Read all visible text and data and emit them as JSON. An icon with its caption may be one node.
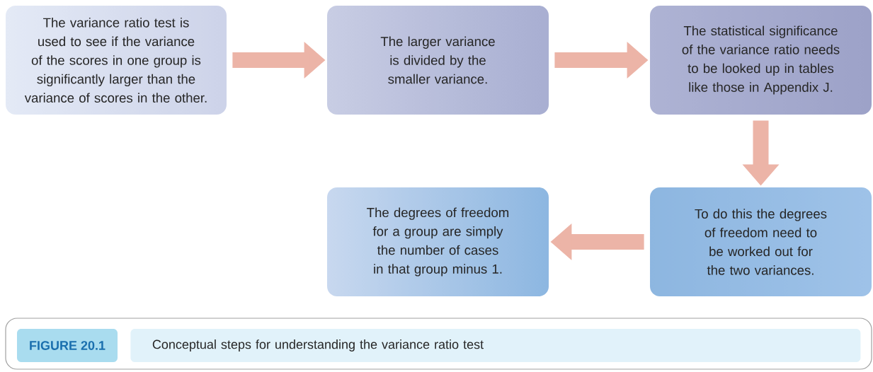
{
  "diagram": {
    "caption": "Conceptual steps for understanding the variance ratio test",
    "nodes": [
      {
        "text": [
          "The variance ratio test is used to see if the variance of the scores in one group is significantly larger than the variance of scores in the other."
        ]
      },
      {
        "text": [
          "The larger variance is divided by the smaller variance."
        ]
      },
      {
        "text": [
          "The statistical significance of the variance ratio needs to be looked up in tables like those in Appendix J."
        ]
      },
      {
        "text": [
          "To do this the degrees of freedom need to be worked out for the two variances."
        ]
      },
      {
        "text": [
          "The degrees of freedom for a group are simply the number of cases in that group minus 1."
        ]
      }
    ],
    "edges": [
      {
        "from": 0,
        "to": 1,
        "arrow": "to"
      },
      {
        "from": 1,
        "to": 2,
        "arrow": "to"
      },
      {
        "from": 2,
        "to": 3,
        "arrow": "to"
      },
      {
        "from": 3,
        "to": 4,
        "arrow": "to"
      }
    ],
    "labels": [
      "FIGURE 20.1"
    ]
  }
}
